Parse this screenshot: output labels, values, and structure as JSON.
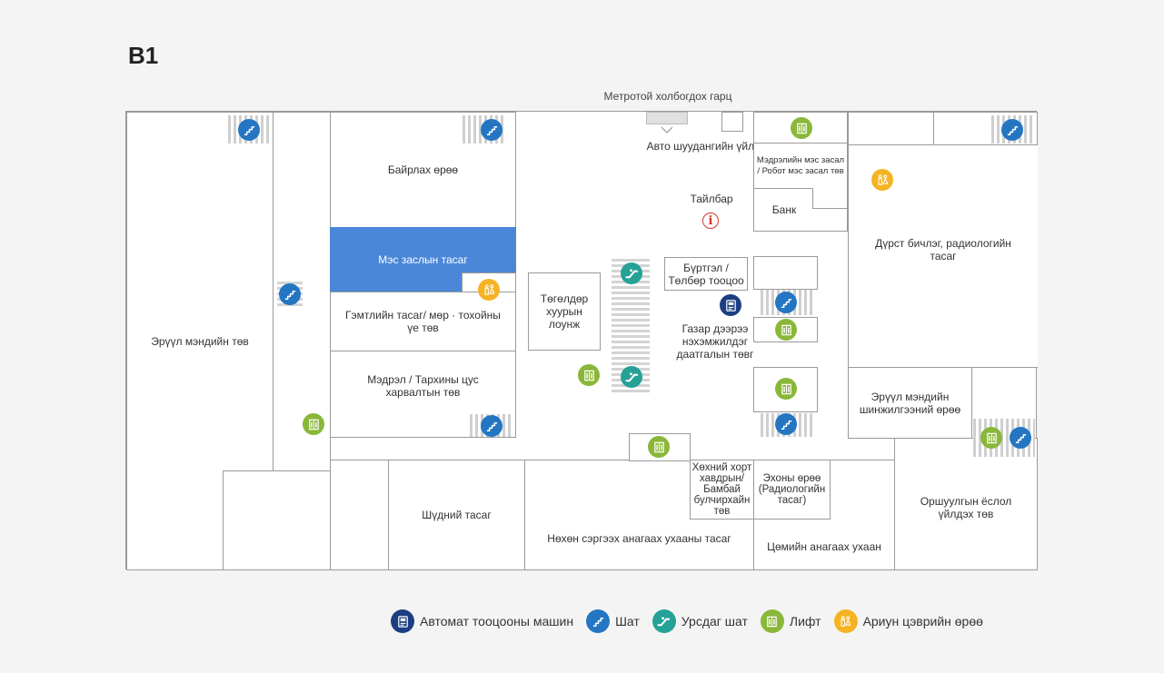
{
  "floor": "B1",
  "metro_label": "Метротой холбогдох гарц",
  "rooms": {
    "left_health": "Эрүүл мэндийн төв",
    "lodging": "Байрлах өрөө",
    "anesthesia": "Мэс заслын тасаг",
    "emergency": "Гэмтлийн тасаг/ мөр · тохойны үе төв",
    "neuro": "Мэдрэл / Тархины цус харвалтын төв",
    "lounge": "Төгөлдөр хуурын лоунж",
    "parking": "Авто шуудангийн үйлчилгээ",
    "info": "Тайлбар",
    "neurosurgery": "Мэдрэлийн мэс засал / Робот мэс засал төв",
    "bank": "Банк",
    "reg": "Бүртгэл / Төлбөр тооцоо",
    "underground": "Газар дээрээ нэхэмжилдэг даатгалын төвг",
    "imaging": "Дүрст бичлэг, радиологийн тасаг",
    "checkup": "Эрүүл мэндийн шинжилгээний өрөө",
    "dental": "Шүдний тасаг",
    "rehab": "Нөхөн сэргээх анагаах ухааны тасаг",
    "oncology": "Хөхний хорт хавдрын/ Бамбай булчирхайн төв",
    "radio": "Эхоны өрөө (Радиологийн тасаг)",
    "nuclear": "Цөмийн анагаах ухаан",
    "radiation": "Оршуулгын ёслол үйлдэх төв"
  },
  "legend": [
    {
      "icon": "kiosk-icon",
      "label": "Автомат тооцооны машин"
    },
    {
      "icon": "stairs-icon",
      "label": "Шат"
    },
    {
      "icon": "escalator-icon",
      "label": "Урсдаг шат"
    },
    {
      "icon": "elevator-icon",
      "label": "Лифт"
    },
    {
      "icon": "restroom-icon",
      "label": "Ариун цэврийн өрөө"
    }
  ],
  "colors": {
    "stairs": "#2476c2",
    "escalator": "#26a195",
    "elevator": "#8ab73a",
    "restroom": "#f5b324",
    "kiosk": "#1d3f82",
    "highlight": "#4a87d9"
  }
}
